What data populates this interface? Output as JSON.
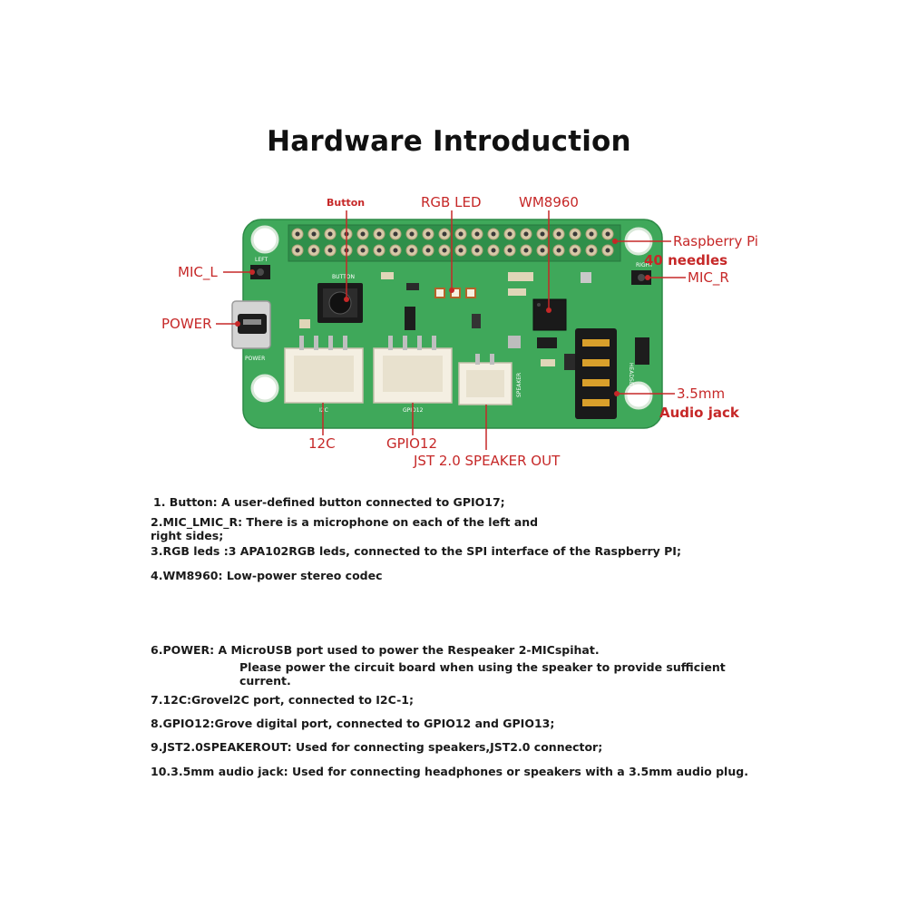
{
  "title": "Hardware Introduction",
  "callouts": {
    "button": "Button",
    "rgb_led": "RGB LED",
    "wm8960": "WM8960",
    "raspberry_pi": "Raspberry Pi",
    "needles": "40 needles",
    "mic_l": "MIC_L",
    "mic_r": "MIC_R",
    "power": "POWER",
    "jack_size": "3.5mm",
    "audio_jack": "Audio jack",
    "i2c": "12C",
    "gpio12": "GPIO12",
    "jst_speaker_out": "JST 2.0 SPEAKER OUT"
  },
  "silkscreen": {
    "left": "LEFT",
    "button": "BUTTON",
    "power": "POWER",
    "i2c": "I2C",
    "gpio12": "GPIO12",
    "speaker": "SPEAKER",
    "headset": "HEADSET",
    "right": "RIGHT"
  },
  "notes": [
    "1. Button: A user-defined button connected to GPIO17;",
    "2.MIC_LMIC_R: There is a microphone on each of the left and",
    "right sides;",
    "3.RGB leds :3 APA102RGB leds, connected to the SPI interface of the Raspberry PI;",
    "4.WM8960: Low-power stereo codec",
    "6.POWER: A MicroUSB port used to power the Respeaker 2-MICspihat.",
    "Please power the circuit board when using the speaker to provide sufficient",
    "current.",
    "7.12C:Grovel2C port, connected to I2C-1;",
    "8.GPIO12:Grove digital port, connected to GPIO12 and GPIO13;",
    "9.JST2.0SPEAKEROUT: Used for connecting speakers,JST2.0 connector;",
    "10.3.5mm audio jack: Used for connecting headphones or speakers with a 3.5mm audio plug."
  ],
  "colors": {
    "board": "#3fa85a",
    "callout_text": "#c62828",
    "leader_line": "#c62828",
    "note_text": "#1a1a1a"
  }
}
